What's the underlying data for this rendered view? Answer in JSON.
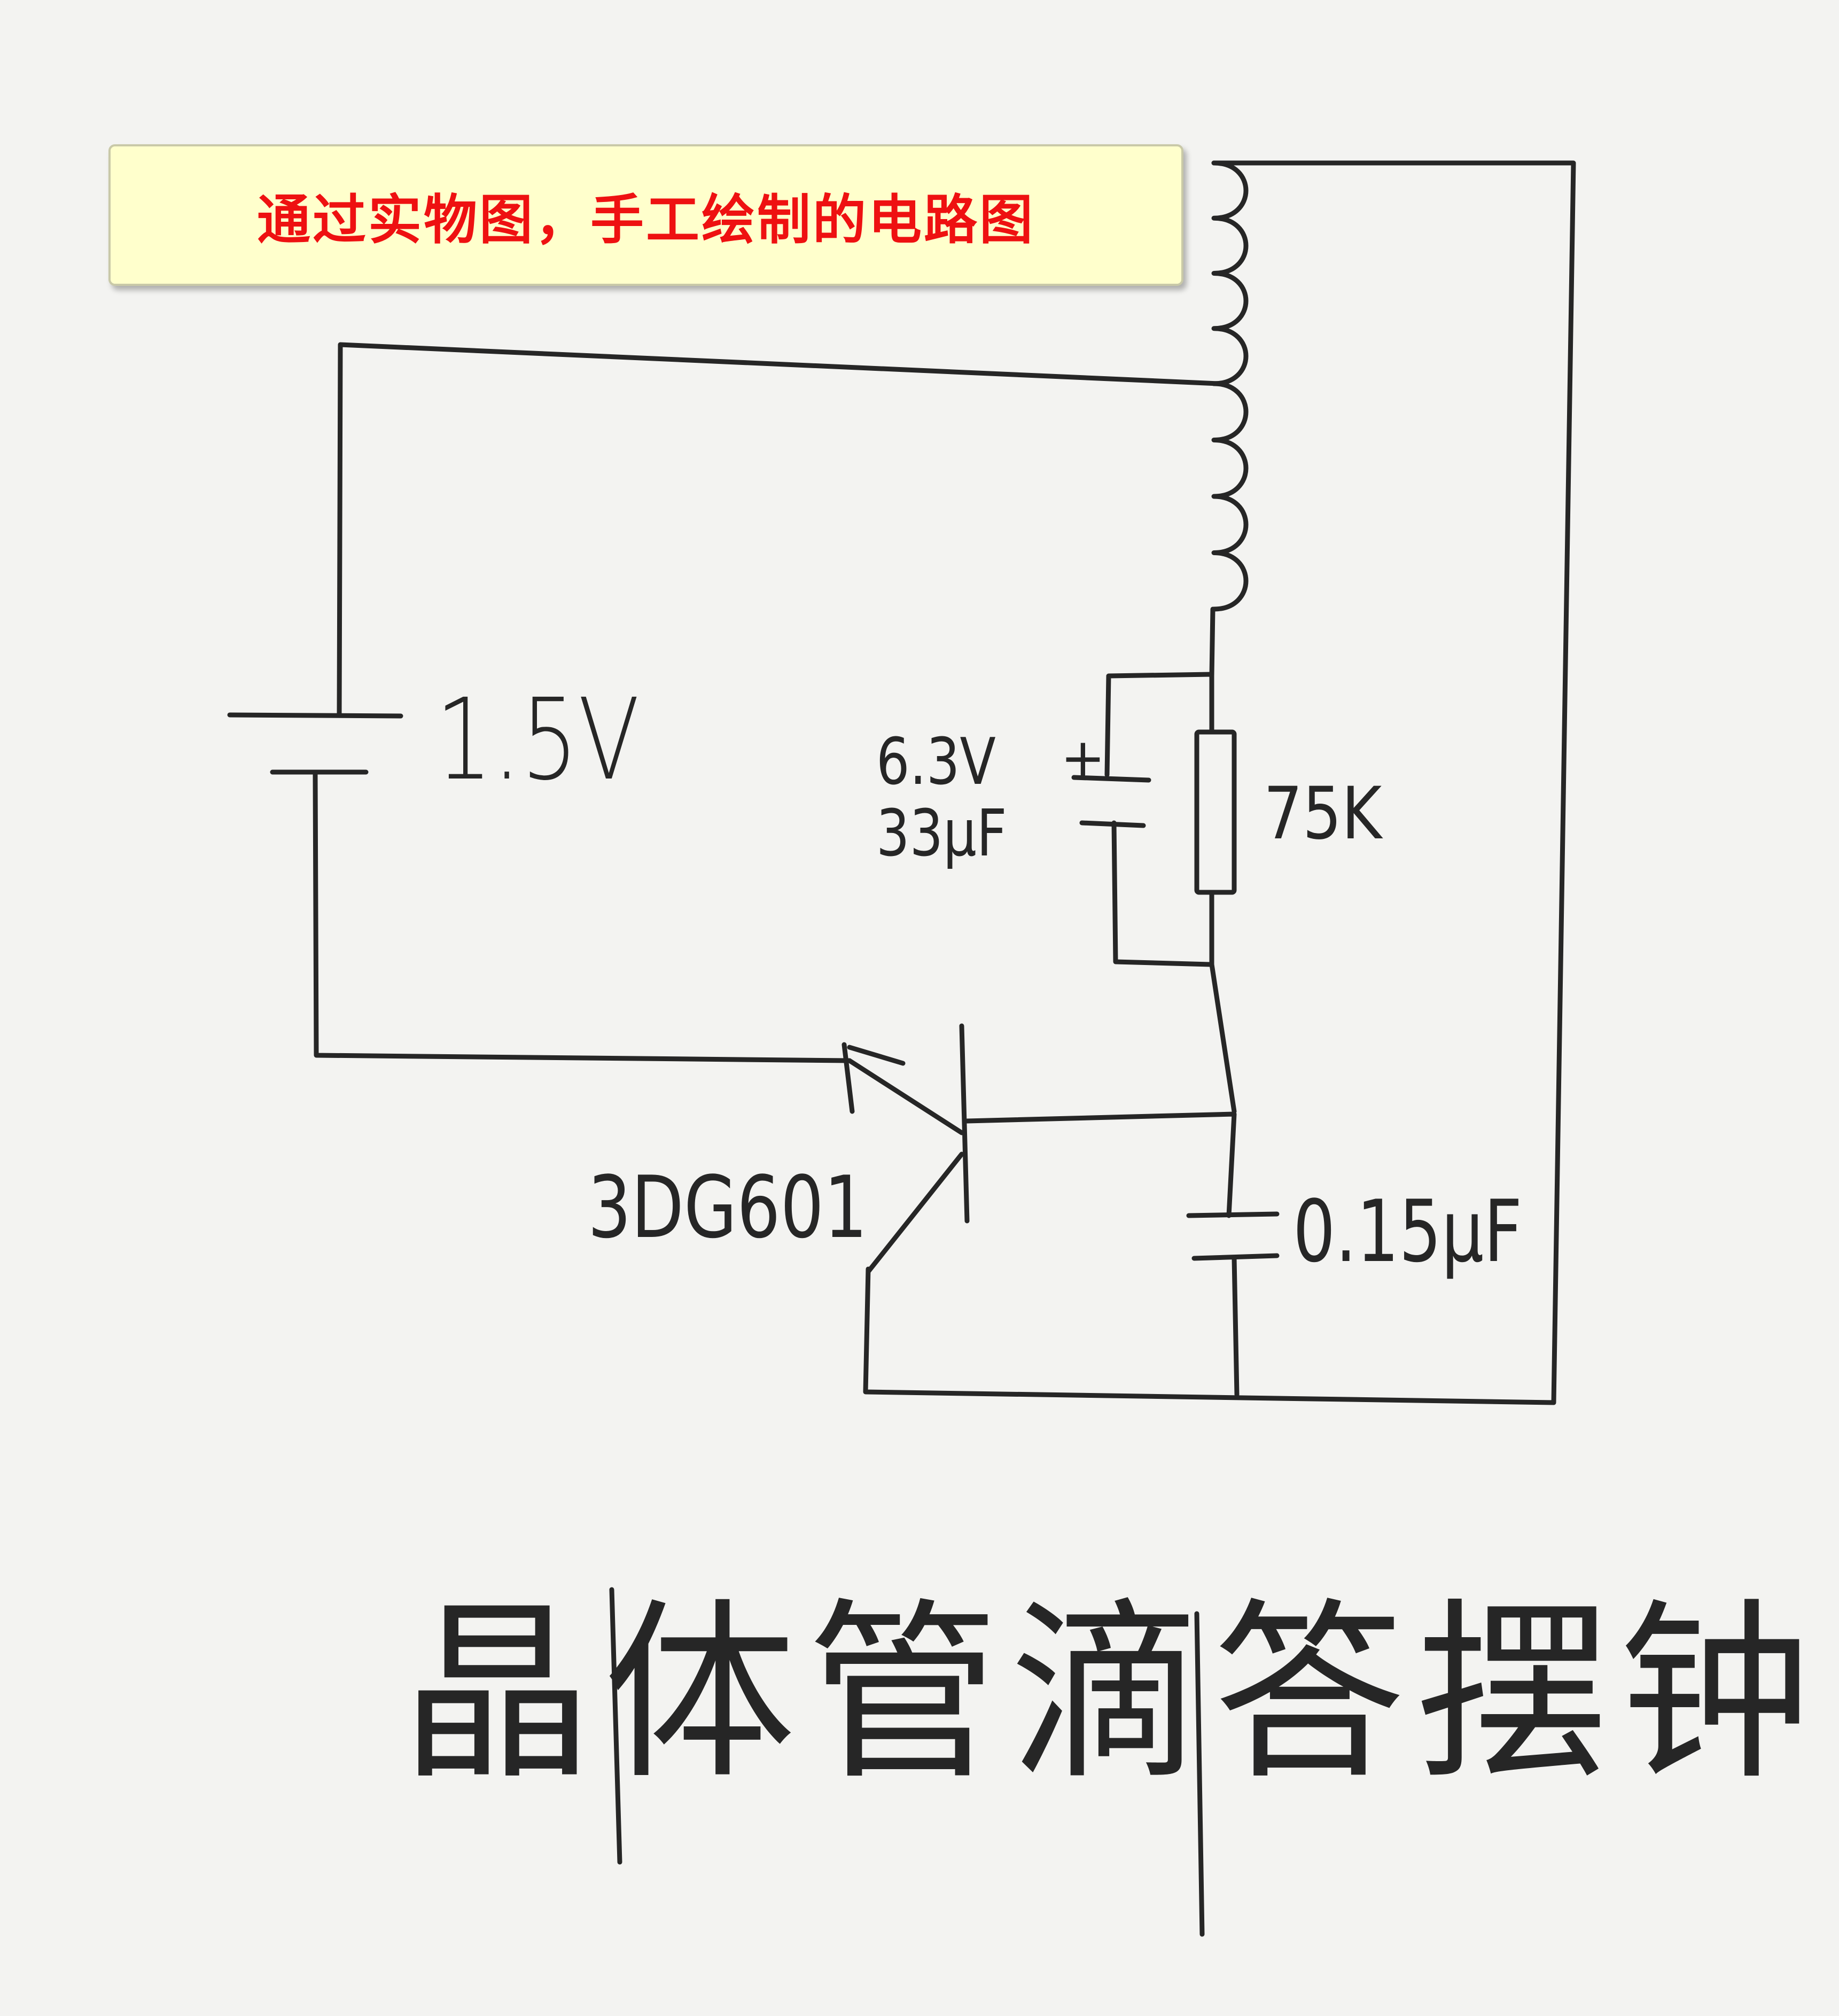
{
  "callout": {
    "text": "通过实物图，手工绘制的电路图"
  },
  "labels": {
    "battery": "1.5V",
    "capacitor1_voltage": "6.3V",
    "capacitor1_plus": "+",
    "capacitor1_value": "33μF",
    "resistor": "75K",
    "transistor": "3DG601",
    "capacitor2": "0.15μF",
    "title_handwritten": "晶体管滴答摆钟"
  },
  "colors": {
    "ink": "#262626",
    "callout_bg": "#ffffcc",
    "callout_text": "#ee1111",
    "paper": "#f3f3f1"
  }
}
